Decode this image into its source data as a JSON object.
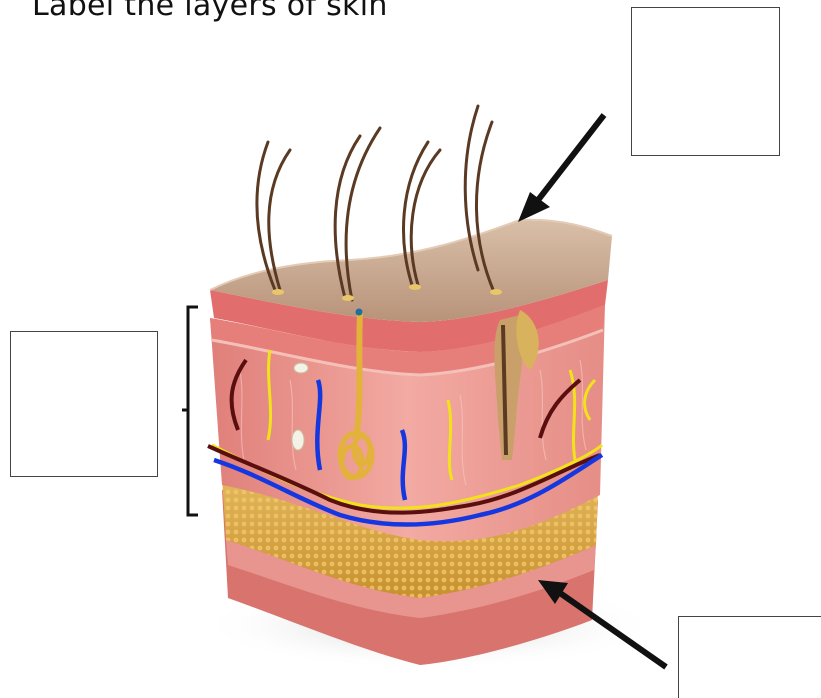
{
  "worksheet": {
    "title": "Label the layers of skin"
  },
  "answer_boxes": [
    {
      "id": "top",
      "value": ""
    },
    {
      "id": "left",
      "value": ""
    },
    {
      "id": "bottom",
      "value": ""
    }
  ],
  "colors": {
    "epidermis": "#c8a88e",
    "dermis": "#e9958f",
    "subcutaneous_fat": "#d9a646",
    "nerves": "#f2e21a",
    "veins": "#1537e0",
    "arteries": "#5a0f0f",
    "hair": "#5a3a22"
  }
}
